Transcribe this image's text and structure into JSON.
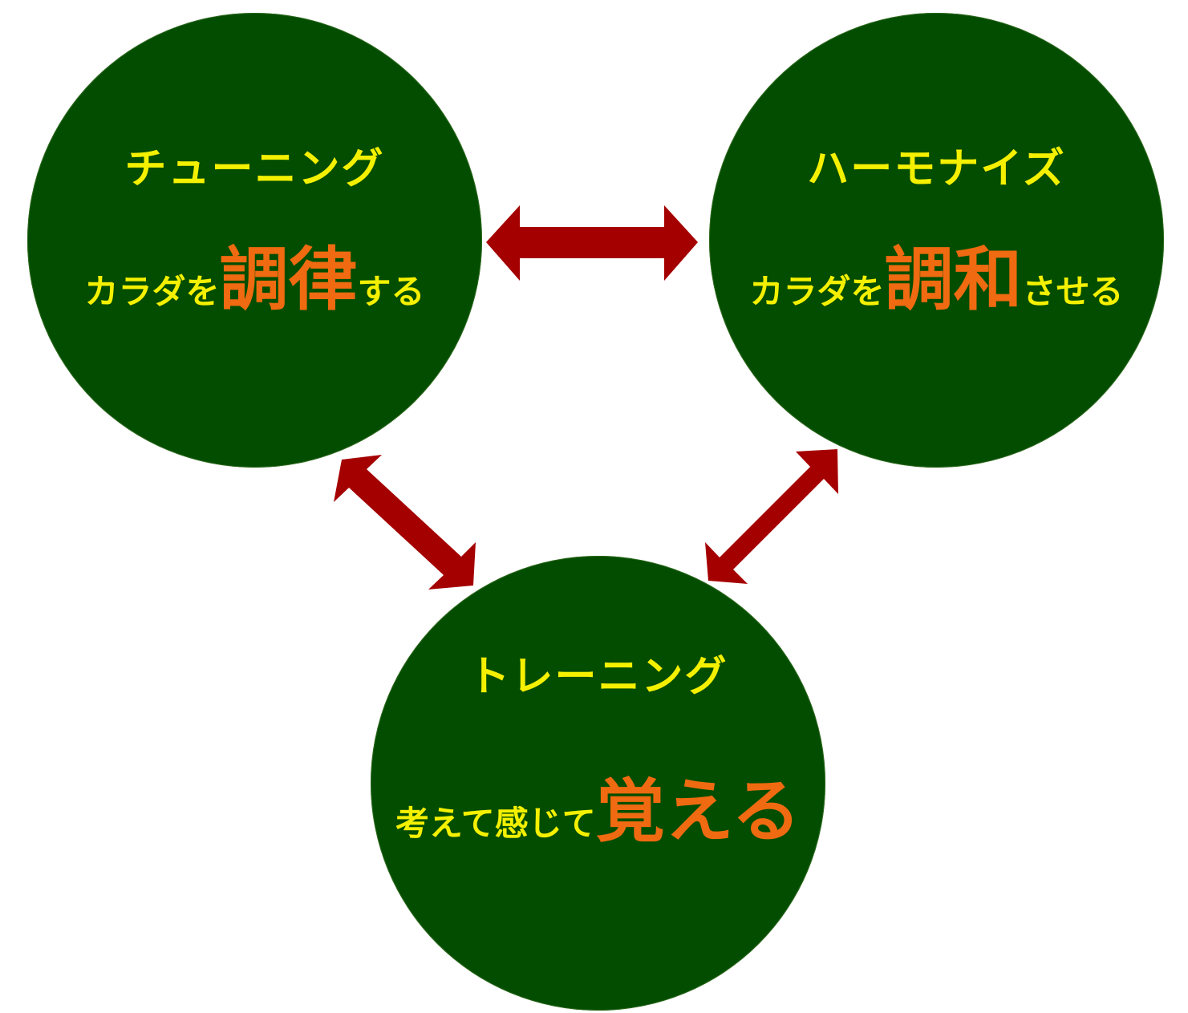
{
  "nodes": {
    "tuning": {
      "title": "チューニング",
      "prefix": "カラダを",
      "emphasis": "調律",
      "suffix": "する"
    },
    "harmonize": {
      "title": "ハーモナイズ",
      "prefix": "カラダを",
      "emphasis": "調和",
      "suffix": "させる"
    },
    "training": {
      "title": "トレーニング",
      "prefix": "考えて感じて",
      "emphasis": "覚える",
      "suffix": ""
    }
  },
  "colors": {
    "circle_fill": "#034d00",
    "title_text": "#f4f000",
    "emphasis_text": "#ef6a10",
    "arrow": "#a50000"
  },
  "connections": [
    {
      "from": "tuning",
      "to": "harmonize",
      "style": "double-arrow"
    },
    {
      "from": "tuning",
      "to": "training",
      "style": "double-arrow"
    },
    {
      "from": "harmonize",
      "to": "training",
      "style": "double-arrow"
    }
  ]
}
